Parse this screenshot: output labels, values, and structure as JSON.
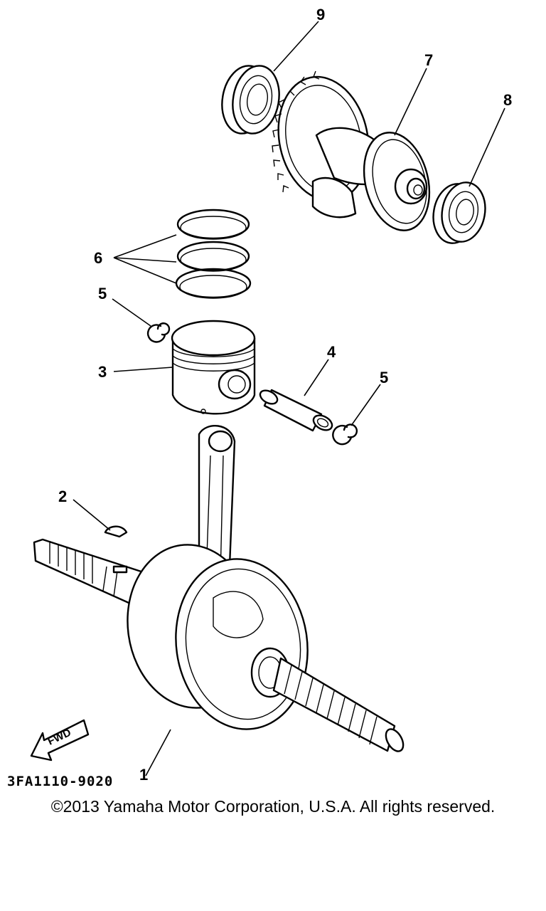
{
  "callouts": {
    "c1": "1",
    "c2": "2",
    "c3": "3",
    "c4": "4",
    "c5a": "5",
    "c5b": "5",
    "c6": "6",
    "c7": "7",
    "c8": "8",
    "c9": "9"
  },
  "fwd_label": "FWD",
  "diagram_code": "3FA1110-9020",
  "copyright": "©2013 Yamaha Motor Corporation, U.S.A. All rights reserved."
}
